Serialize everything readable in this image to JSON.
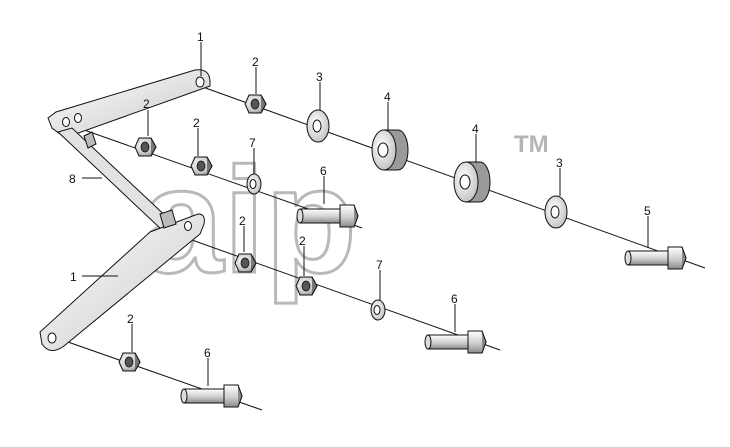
{
  "diagram": {
    "watermark": {
      "text": "aip",
      "tm": "TM"
    },
    "callouts": [
      {
        "id": "c1a",
        "label": "1"
      },
      {
        "id": "c1b",
        "label": "1"
      },
      {
        "id": "c2a",
        "label": "2"
      },
      {
        "id": "c2b",
        "label": "2"
      },
      {
        "id": "c2c",
        "label": "2"
      },
      {
        "id": "c2d",
        "label": "2"
      },
      {
        "id": "c2e",
        "label": "2"
      },
      {
        "id": "c2f",
        "label": "2"
      },
      {
        "id": "c3a",
        "label": "3"
      },
      {
        "id": "c3b",
        "label": "3"
      },
      {
        "id": "c4a",
        "label": "4"
      },
      {
        "id": "c4b",
        "label": "4"
      },
      {
        "id": "c5",
        "label": "5"
      },
      {
        "id": "c6a",
        "label": "6"
      },
      {
        "id": "c6b",
        "label": "6"
      },
      {
        "id": "c6c",
        "label": "6"
      },
      {
        "id": "c7a",
        "label": "7"
      },
      {
        "id": "c7b",
        "label": "7"
      },
      {
        "id": "c8",
        "label": "8"
      }
    ]
  }
}
